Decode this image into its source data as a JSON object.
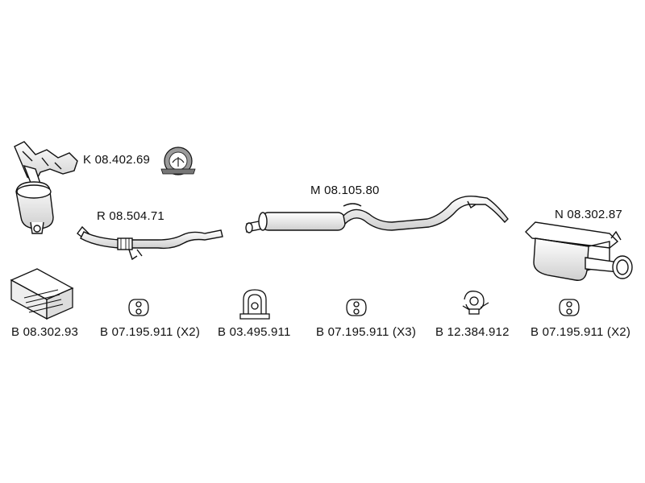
{
  "parts": {
    "catalytic_converter": "K 08.402.69",
    "front_pipe": "R 08.504.71",
    "middle_silencer": "M 08.105.80",
    "rear_silencer": "N 08.302.87"
  },
  "hardware": {
    "mounting_kit": "B 08.302.93",
    "rubber_ring_1": "B 07.195.911 (X2)",
    "rubber_hanger": "B 03.495.911",
    "rubber_ring_2": "B 07.195.911 (X3)",
    "pipe_clamp": "B 12.384.912",
    "rubber_ring_3": "B 07.195.911 (X2)"
  },
  "colors": {
    "ink": "#111111",
    "fill": "#ffffff",
    "shade": "#d6d6d6"
  }
}
